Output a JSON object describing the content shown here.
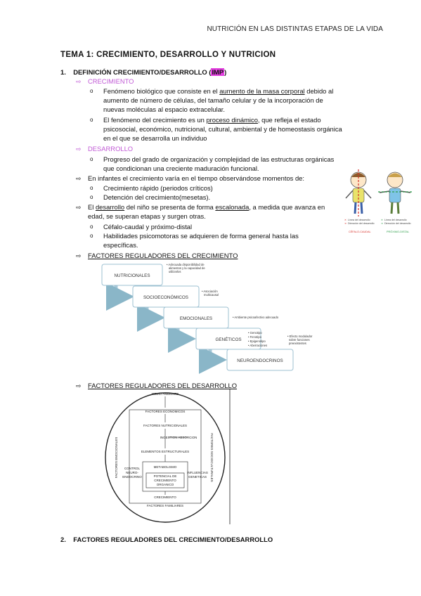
{
  "header": {
    "title": "NUTRICIÓN EN LAS DISTINTAS ETAPAS DE LA VIDA"
  },
  "doc_title": "TEMA 1: CRECIMIENTO, DESARROLLO Y NUTRICION",
  "section1": {
    "num": "1.",
    "heading": "DEFINICIÓN CRECIMIENTO/DESARROLLO (",
    "highlight": "IMP",
    "close": ")",
    "crecimiento_label": "CRECIMIENTO",
    "c1_pre": "Fenómeno biológico que consiste en el ",
    "c1_u": "aumento de la masa corporal",
    "c1_post": " debido al",
    "c1_l2": "aumento de número de células, del tamaño celular y de la incorporación de",
    "c1_l3": "nuevas moléculas al espacio extracelular.",
    "c2_pre": "El fenómeno del crecimiento es un ",
    "c2_u": "proceso dinámico",
    "c2_post": ", que refleja el estado",
    "c2_l2": "psicosocial, económico, nutricional, cultural, ambiental y de homeostasis orgánica",
    "c2_l3": "en el que se desarrolla un individuo",
    "desarrollo_label": "DESARROLLO",
    "d1_l1": "Progreso del grado de organización y complejidad de las estructuras orgánicas",
    "d1_l2": "que condicionan una creciente maduración funcional.",
    "inf": "En infantes el crecimiento varía en el tiempo observándose momentos de:",
    "inf_a": "Crecimiento rápido (periodos críticos)",
    "inf_b": "Detención del crecimiento(mesetas).",
    "des_pre": "El ",
    "des_u1": "desarrollo",
    "des_mid": " del niño se presenta de forma ",
    "des_u2": "escalonada",
    "des_post": ", a medida que avanza en",
    "des_l2": "edad, se superan etapas y surgen otras.",
    "des_a": "Céfalo-caudal y próximo-distal",
    "des_b1": "Habilidades psicomotoras se adquieren de forma general hasta las",
    "des_b2": "específicas.",
    "fc_heading": "FACTORES REGULADORES DEL CRECIMIENTO",
    "fd_heading": "FACTORES REGULADORES DEL DESARROLLO"
  },
  "section2": {
    "num": "2.",
    "heading": "FACTORES REGULADORES DEL CRECIMIENTO/DESARROLLO"
  },
  "figure_children": {
    "legend1a": "Línea del desarrollo",
    "legend1b": "Dirección del desarrollo",
    "legend2a": "Línea del desarrollo",
    "legend2b": "Dirección del desarrollo",
    "caption1": "CÉFALO-CAUDAL",
    "caption2": "PRÓXIMO-DISTAL"
  },
  "staircase": {
    "steps": [
      "NUTRICIONALES",
      "SOCIOECONÓMICOS",
      "EMOCIONALES",
      "GENÉTICOS",
      "NEUROENDOCRINOS"
    ],
    "notes": [
      [
        "• Adecuada disponibilidad de",
        "alimentos y la capacidad de",
        "utilizarlos"
      ],
      [
        "• Asociación",
        "multicausal"
      ],
      [
        "• Ambiente psicoafectivo adecuado"
      ],
      [
        "• Genotipo",
        "• Fenotipo",
        "• Epigenotipo",
        "• Aberraciones"
      ],
      [
        "• Efecto modulador",
        "sobre funciones",
        "preexistentes"
      ]
    ]
  },
  "circle_diagram": {
    "medio": "MEDIO AMBIENTE",
    "economicos": "FACTORES ECONOMICOS",
    "nutricionales": "FACTORES NUTRICIONALES",
    "ingestion": "INGESTION ABSORCION",
    "elementos": "ELEMENTOS ESTRUCTURALES",
    "metabolismo": "METABOLISMO",
    "potencial1": "POTENCIAL DE",
    "potencial2": "CRECIMIENTO",
    "potencial3": "ORGANICO",
    "crecimiento": "CRECIMIENTO",
    "familiares": "FACTORES FAMILIARES",
    "emocionales": "FACTORES EMOCIONALES",
    "socioculturales": "FACTORES SOCIOCULTURALES",
    "control1": "CONTROL",
    "control2": "NEURO-",
    "control3": "ENDOCRINO",
    "influencias1": "INFLUENCIAS",
    "influencias2": "GENETICAS"
  }
}
